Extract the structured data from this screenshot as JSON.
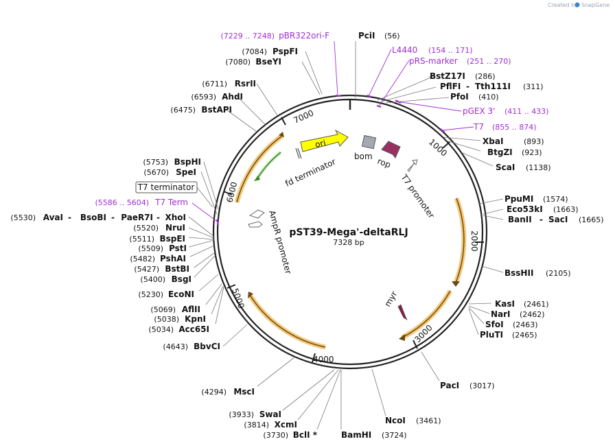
{
  "credit": {
    "text": "Created by",
    "brand": "SnapGene"
  },
  "plasmid": {
    "name": "pST39-Mega'-deltaRLJ",
    "size_label": "7328 bp",
    "length": 7328
  },
  "ticks": [
    "1000",
    "2000",
    "3000",
    "4000",
    "5000",
    "6000",
    "7000"
  ],
  "boxed_label": "T7 terminator",
  "features": {
    "ori": "ori",
    "fd_terminator": "fd terminator",
    "bom": "bom",
    "rop": "rop",
    "t7_promoter": "T7 promoter",
    "ampr_promoter": "AmpR promoter",
    "myr": "myr"
  },
  "colors": {
    "backbone": "#222222",
    "cds_arrow": "#f0b54a",
    "ori": "#ffff00",
    "bom": "#a4a9b1",
    "rop": "#9b2f63",
    "myr": "#8b1e3f",
    "primer": "#a02bd6",
    "terminator_arrow": "#2f8a1f"
  },
  "sites": [
    {
      "name": "PciI",
      "pos": "(56)"
    },
    {
      "name": "BstZ17I",
      "pos": "(286)"
    },
    {
      "name": "PflFI",
      "pos": "(311)"
    },
    {
      "name": "Tth111I",
      "pos": ""
    },
    {
      "name": "PfoI",
      "pos": "(410)"
    },
    {
      "name": "XbaI",
      "pos": "(893)"
    },
    {
      "name": "BtgZI",
      "pos": "(923)"
    },
    {
      "name": "ScaI",
      "pos": "(1138)"
    },
    {
      "name": "PpuMI",
      "pos": "(1574)"
    },
    {
      "name": "Eco53kI",
      "pos": "(1663)"
    },
    {
      "name": "BanII",
      "pos": "(1665)"
    },
    {
      "name": "SacI",
      "pos": ""
    },
    {
      "name": "BssHII",
      "pos": "(2105)"
    },
    {
      "name": "KasI",
      "pos": "(2461)"
    },
    {
      "name": "NarI",
      "pos": "(2462)"
    },
    {
      "name": "SfoI",
      "pos": "(2463)"
    },
    {
      "name": "PluTI",
      "pos": "(2465)"
    },
    {
      "name": "PacI",
      "pos": "(3017)"
    },
    {
      "name": "NcoI",
      "pos": "(3461)"
    },
    {
      "name": "BamHI",
      "pos": "(3724)"
    },
    {
      "name": "BclI *",
      "pos": "(3730)"
    },
    {
      "name": "XcmI",
      "pos": "(3814)"
    },
    {
      "name": "SwaI",
      "pos": "(3933)"
    },
    {
      "name": "MscI",
      "pos": "(4294)"
    },
    {
      "name": "BbvCI",
      "pos": "(4643)"
    },
    {
      "name": "Acc65I",
      "pos": "(5034)"
    },
    {
      "name": "KpnI",
      "pos": "(5038)"
    },
    {
      "name": "AflII",
      "pos": "(5069)"
    },
    {
      "name": "EcoNI",
      "pos": "(5230)"
    },
    {
      "name": "BsgI",
      "pos": "(5400)"
    },
    {
      "name": "BstBI",
      "pos": "(5427)"
    },
    {
      "name": "PshAI",
      "pos": "(5482)"
    },
    {
      "name": "PstI",
      "pos": "(5509)"
    },
    {
      "name": "BspEI",
      "pos": "(5511)"
    },
    {
      "name": "NruI",
      "pos": "(5520)"
    },
    {
      "name": "AvaI",
      "pos": "(5530)"
    },
    {
      "name": "BsoBI",
      "pos": ""
    },
    {
      "name": "PaeR7I",
      "pos": ""
    },
    {
      "name": "XhoI",
      "pos": ""
    },
    {
      "name": "SpeI",
      "pos": "(5670)"
    },
    {
      "name": "BspHI",
      "pos": "(5753)"
    },
    {
      "name": "BstAPI",
      "pos": "(6475)"
    },
    {
      "name": "AhdI",
      "pos": "(6593)"
    },
    {
      "name": "RsrII",
      "pos": "(6711)"
    },
    {
      "name": "BseYI",
      "pos": "(7080)"
    },
    {
      "name": "PspFI",
      "pos": "(7084)"
    }
  ],
  "primers": [
    {
      "name": "pBR322ori-F",
      "range": "(7229 .. 7248)"
    },
    {
      "name": "L4440",
      "range": "(154 .. 171)"
    },
    {
      "name": "pRS-marker",
      "range": "(251 .. 270)"
    },
    {
      "name": "pGEX 3'",
      "range": "(411 .. 433)"
    },
    {
      "name": "T7",
      "range": "(855 .. 874)"
    },
    {
      "name": "T7 Term",
      "range": "(5586 .. 5604)"
    }
  ]
}
